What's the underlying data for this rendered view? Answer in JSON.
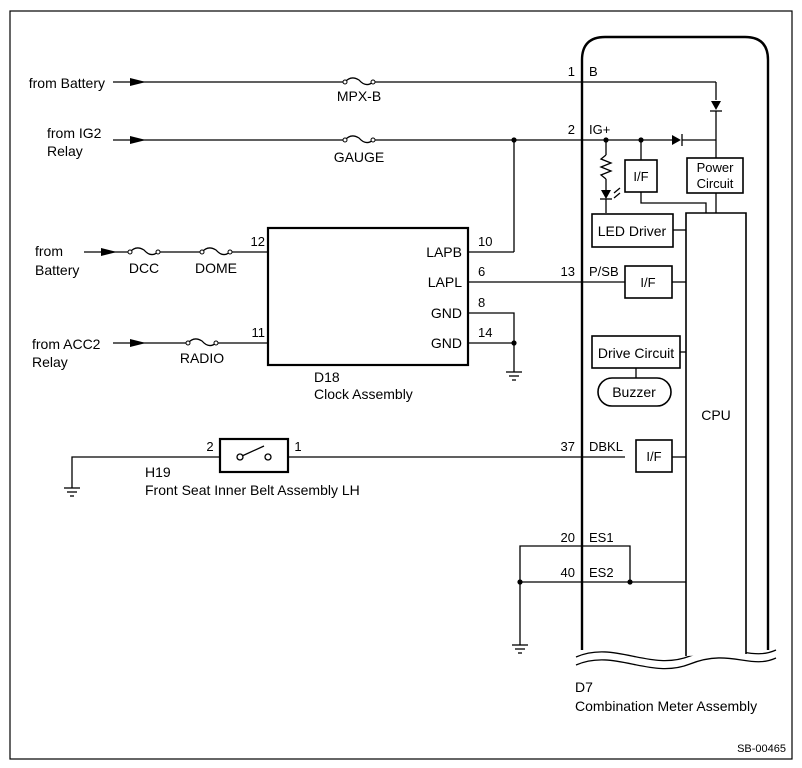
{
  "sources": {
    "battery_top": "from Battery",
    "ig2_line1": "from IG2",
    "ig2_line2": "Relay",
    "battery_left_line1": "from",
    "battery_left_line2": "Battery",
    "acc2_line1": "from ACC2",
    "acc2_line2": "Relay"
  },
  "fuses": {
    "mpx_b": "MPX-B",
    "gauge": "GAUGE",
    "dcc": "DCC",
    "dome": "DOME",
    "radio": "RADIO"
  },
  "clock": {
    "code": "D18",
    "name": "Clock Assembly",
    "terminals": {
      "lapb": "LAPB",
      "lapl": "LAPL",
      "gnd1": "GND",
      "gnd2": "GND"
    },
    "pins": {
      "p12": "12",
      "p11": "11",
      "p10": "10",
      "p6": "6",
      "p8": "8",
      "p14": "14"
    }
  },
  "belt_switch": {
    "code": "H19",
    "name": "Front Seat Inner Belt Assembly LH",
    "pins": {
      "p2": "2",
      "p1": "1"
    }
  },
  "meter": {
    "code": "D7",
    "name": "Combination Meter Assembly",
    "pins": {
      "p1": "1",
      "p2": "2",
      "p13": "13",
      "p37": "37",
      "p20": "20",
      "p40": "40"
    },
    "terminals": {
      "b": "B",
      "ig": "IG+",
      "psb": "P/SB",
      "dbkl": "DBKL",
      "es1": "ES1",
      "es2": "ES2"
    },
    "blocks": {
      "if": "I/F",
      "power_l1": "Power",
      "power_l2": "Circuit",
      "led_driver": "LED Driver",
      "drive_circuit": "Drive Circuit",
      "buzzer": "Buzzer",
      "cpu": "CPU"
    }
  },
  "diagram_id": "SB-00465"
}
